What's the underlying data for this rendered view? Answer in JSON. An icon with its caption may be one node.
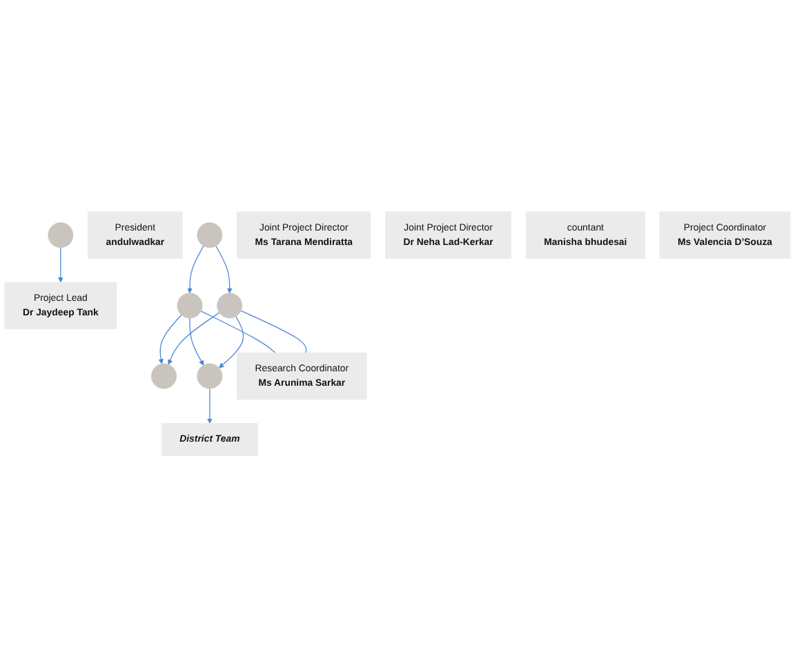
{
  "diagram": {
    "nodes": [
      {
        "text": [],
        "shape": "circle"
      },
      {
        "text": [
          "President",
          "andulwadkar"
        ]
      },
      {
        "text": [
          "Project Lead",
          "Dr Jaydeep Tank"
        ]
      },
      {
        "text": [],
        "shape": "circle"
      },
      {
        "text": [
          "Joint Project Director",
          "Ms Tarana Mendiratta"
        ]
      },
      {
        "text": [],
        "shape": "circle"
      },
      {
        "text": [
          "Joint Project Director",
          "Dr Neha Lad-Kerkar"
        ]
      },
      {
        "text": [],
        "shape": "circle"
      },
      {
        "text": [
          "countant",
          "Manisha bhudesai"
        ]
      },
      {
        "text": [],
        "shape": "circle"
      },
      {
        "text": [
          "Project Coordinator",
          "Ms Valencia D’Souza"
        ]
      },
      {
        "text": [],
        "shape": "circle"
      },
      {
        "text": [
          "Research Coordinator",
          "Ms Arunima Sarkar"
        ]
      },
      {
        "text": [
          "District Team"
        ]
      }
    ],
    "edges": [
      {
        "from": 0,
        "to": 2,
        "arrow": "to"
      },
      {
        "from": 3,
        "to": 5,
        "arrow": "to"
      },
      {
        "from": 3,
        "to": 7,
        "arrow": "to"
      },
      {
        "from": 5,
        "to": 9,
        "arrow": "to"
      },
      {
        "from": 5,
        "to": 11,
        "arrow": "to"
      },
      {
        "from": 5,
        "to": 12,
        "arrow": "none"
      },
      {
        "from": 7,
        "to": 9,
        "arrow": "to"
      },
      {
        "from": 7,
        "to": 11,
        "arrow": "to"
      },
      {
        "from": 7,
        "to": 12,
        "arrow": "none"
      },
      {
        "from": 11,
        "to": 13,
        "arrow": "to"
      }
    ]
  }
}
